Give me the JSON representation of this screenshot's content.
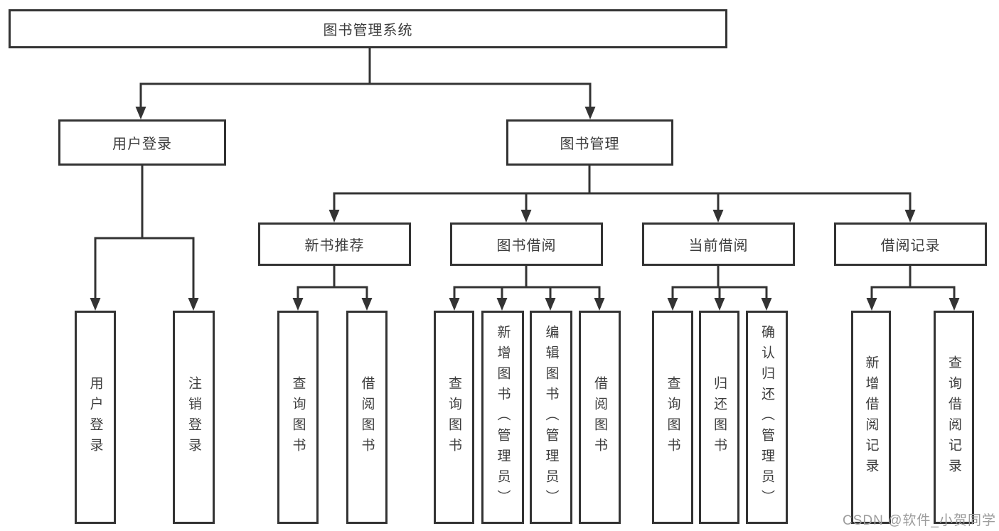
{
  "diagram": {
    "root": {
      "label": "图书管理系统"
    },
    "level2": [
      {
        "id": "user-login",
        "label": "用户登录"
      },
      {
        "id": "book-management",
        "label": "图书管理"
      }
    ],
    "level3": [
      {
        "id": "new-book-recommend",
        "label": "新书推荐"
      },
      {
        "id": "book-borrow",
        "label": "图书借阅"
      },
      {
        "id": "current-borrow",
        "label": "当前借阅"
      },
      {
        "id": "borrow-records",
        "label": "借阅记录"
      }
    ],
    "leaves": [
      {
        "parent": "user-login",
        "label": "用户登录"
      },
      {
        "parent": "user-login",
        "label": "注销登录"
      },
      {
        "parent": "new-book-recommend",
        "label": "查询图书"
      },
      {
        "parent": "new-book-recommend",
        "label": "借阅图书"
      },
      {
        "parent": "book-borrow",
        "label": "查询图书"
      },
      {
        "parent": "book-borrow",
        "label": "新增图书（管理员）"
      },
      {
        "parent": "book-borrow",
        "label": "编辑图书（管理员）"
      },
      {
        "parent": "book-borrow",
        "label": "借阅图书"
      },
      {
        "parent": "current-borrow",
        "label": "查询图书"
      },
      {
        "parent": "current-borrow",
        "label": "归还图书"
      },
      {
        "parent": "current-borrow",
        "label": "确认归还（管理员）"
      },
      {
        "parent": "borrow-records",
        "label": "新增借阅记录"
      },
      {
        "parent": "borrow-records",
        "label": "查询借阅记录"
      }
    ],
    "watermark": "CSDN @软件_小贺同学",
    "colors": {
      "line": "#333333",
      "text": "#3d3d3d",
      "watermark": "#9c9c9c",
      "background": "#ffffff"
    }
  }
}
